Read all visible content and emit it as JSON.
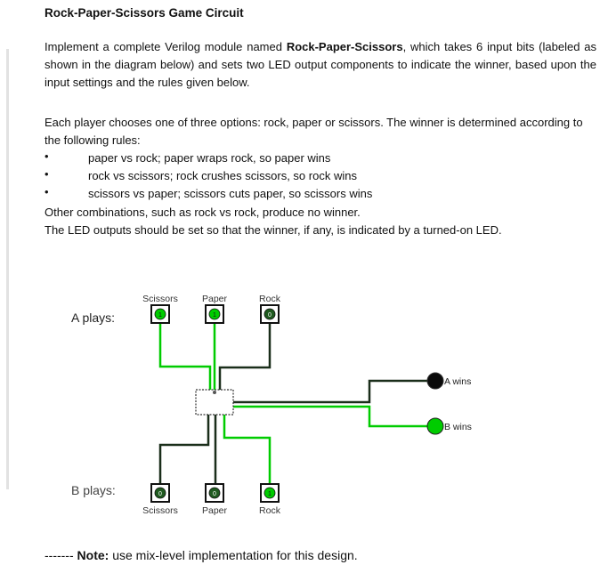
{
  "title": "Rock-Paper-Scissors Game Circuit",
  "intro": {
    "before": "Implement a complete Verilog module named ",
    "module_name": "Rock-Paper-Scissors",
    "after": ", which takes 6 input bits (labeled as shown in the diagram below) and sets two LED output components to indicate the winner, based upon the input settings and the rules given below."
  },
  "rules_intro": "Each player chooses one of three options: rock, paper or scissors. The winner is determined according to the following rules:",
  "rules": [
    "paper vs rock; paper wraps rock, so paper wins",
    "rock vs scissors; rock crushes scissors, so rock wins",
    "scissors vs paper; scissors cuts paper, so scissors wins"
  ],
  "other": "Other combinations, such as rock vs rock, produce no winner.",
  "led_line": "The LED outputs should be set so that the winner, if any, is indicated by a turned-on LED.",
  "diagram": {
    "a_plays": "A plays:",
    "b_plays": "B plays:",
    "top_labels": [
      "Scissors",
      "Paper",
      "Rock"
    ],
    "bottom_labels": [
      "Scissors",
      "Paper",
      "Rock"
    ],
    "a_wins": "A wins",
    "b_wins": "B wins",
    "wire_color": "#00cc00"
  },
  "note": {
    "dashes": "------- ",
    "label": "Note:",
    "text": " use mix-level implementation for this design."
  }
}
